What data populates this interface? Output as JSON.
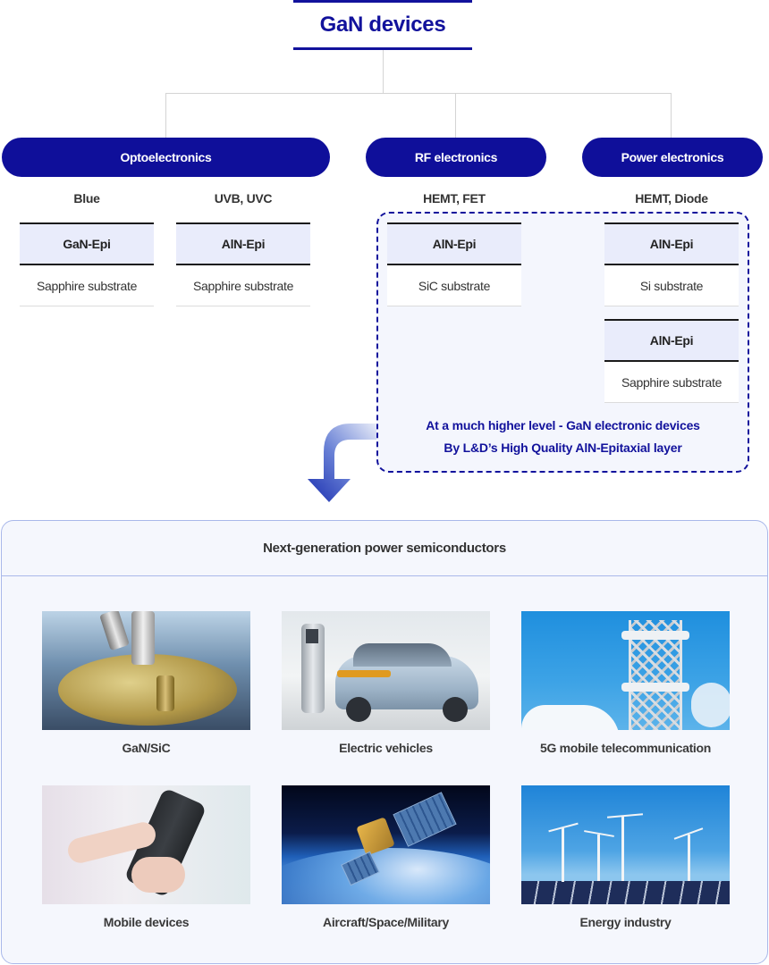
{
  "root": {
    "title": "GaN devices"
  },
  "categories": [
    {
      "label": "Optoelectronics"
    },
    {
      "label": "RF electronics"
    },
    {
      "label": "Power electronics"
    }
  ],
  "sub_labels": {
    "blue": "Blue",
    "uvb_uvc": "UVB, UVC",
    "hemt_fet": "HEMT, FET",
    "hemt_diode": "HEMT, Diode"
  },
  "stacks": [
    {
      "epi": "GaN-Epi",
      "substrate": "Sapphire substrate"
    },
    {
      "epi": "AlN-Epi",
      "substrate": "Sapphire substrate"
    },
    {
      "epi": "AlN-Epi",
      "substrate": "SiC substrate"
    },
    {
      "epi": "AlN-Epi",
      "substrate": "Si substrate"
    },
    {
      "epi": "AlN-Epi",
      "substrate": "Sapphire substrate"
    }
  ],
  "highlight": {
    "line1": "At a much higher level - GaN electronic devices",
    "line2": "By L&D’s High Quality AlN-Epitaxial layer"
  },
  "panel": {
    "title": "Next-generation power semiconductors",
    "tiles": [
      {
        "caption": "GaN/SiC",
        "image": "wafer-microscope-photo"
      },
      {
        "caption": "Electric vehicles",
        "image": "ev-charging-photo"
      },
      {
        "caption": "5G mobile telecommunication",
        "image": "cell-tower-photo"
      },
      {
        "caption": "Mobile devices",
        "image": "smartphone-photo"
      },
      {
        "caption": "Aircraft/Space/Military",
        "image": "satellite-photo"
      },
      {
        "caption": "Energy industry",
        "image": "wind-solar-photo"
      }
    ]
  },
  "colors": {
    "brand_navy": "#12129c",
    "pill_bg": "#0f0f9a",
    "epi_bg": "#e9ecfb",
    "panel_bg": "#f5f7fd",
    "panel_border": "#a9b8ea"
  }
}
